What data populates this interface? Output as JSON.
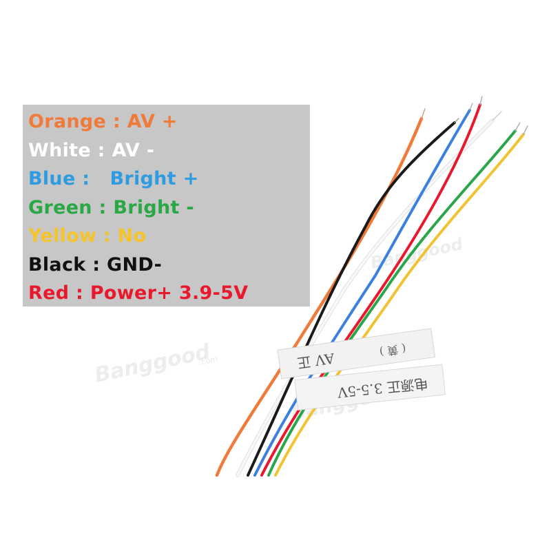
{
  "legend": {
    "lines": [
      {
        "text": "Orange : AV +",
        "color": "#f07a3a"
      },
      {
        "text": "White : AV -",
        "color": "#ffffff"
      },
      {
        "text": "Blue :   Bright +",
        "color": "#2f9be0"
      },
      {
        "text": "Green : Bright -",
        "color": "#29a845"
      },
      {
        "text": "Yellow : No",
        "color": "#f5c32a"
      },
      {
        "text": "Black : GND-",
        "color": "#111111"
      },
      {
        "text": "Red : Power+ 3.9-5V",
        "color": "#e8192c"
      }
    ]
  },
  "labels": {
    "tag_top": "AV 正",
    "tag_paren": "( 黄 )",
    "tag_bottom": "电源正 3.5-5V"
  },
  "watermark": {
    "brand": "Banggood",
    "domain": ".com"
  },
  "colors": {
    "background": "#ffffff",
    "legend_bg": "#c7c7c7",
    "wire_orange": "#f07a3a",
    "wire_black": "#1a1a1a",
    "wire_blue": "#3b7fe0",
    "wire_red": "#e8192c",
    "wire_white": "#f4f4f4",
    "wire_green": "#2aa64a",
    "wire_yellow": "#f1c232"
  }
}
